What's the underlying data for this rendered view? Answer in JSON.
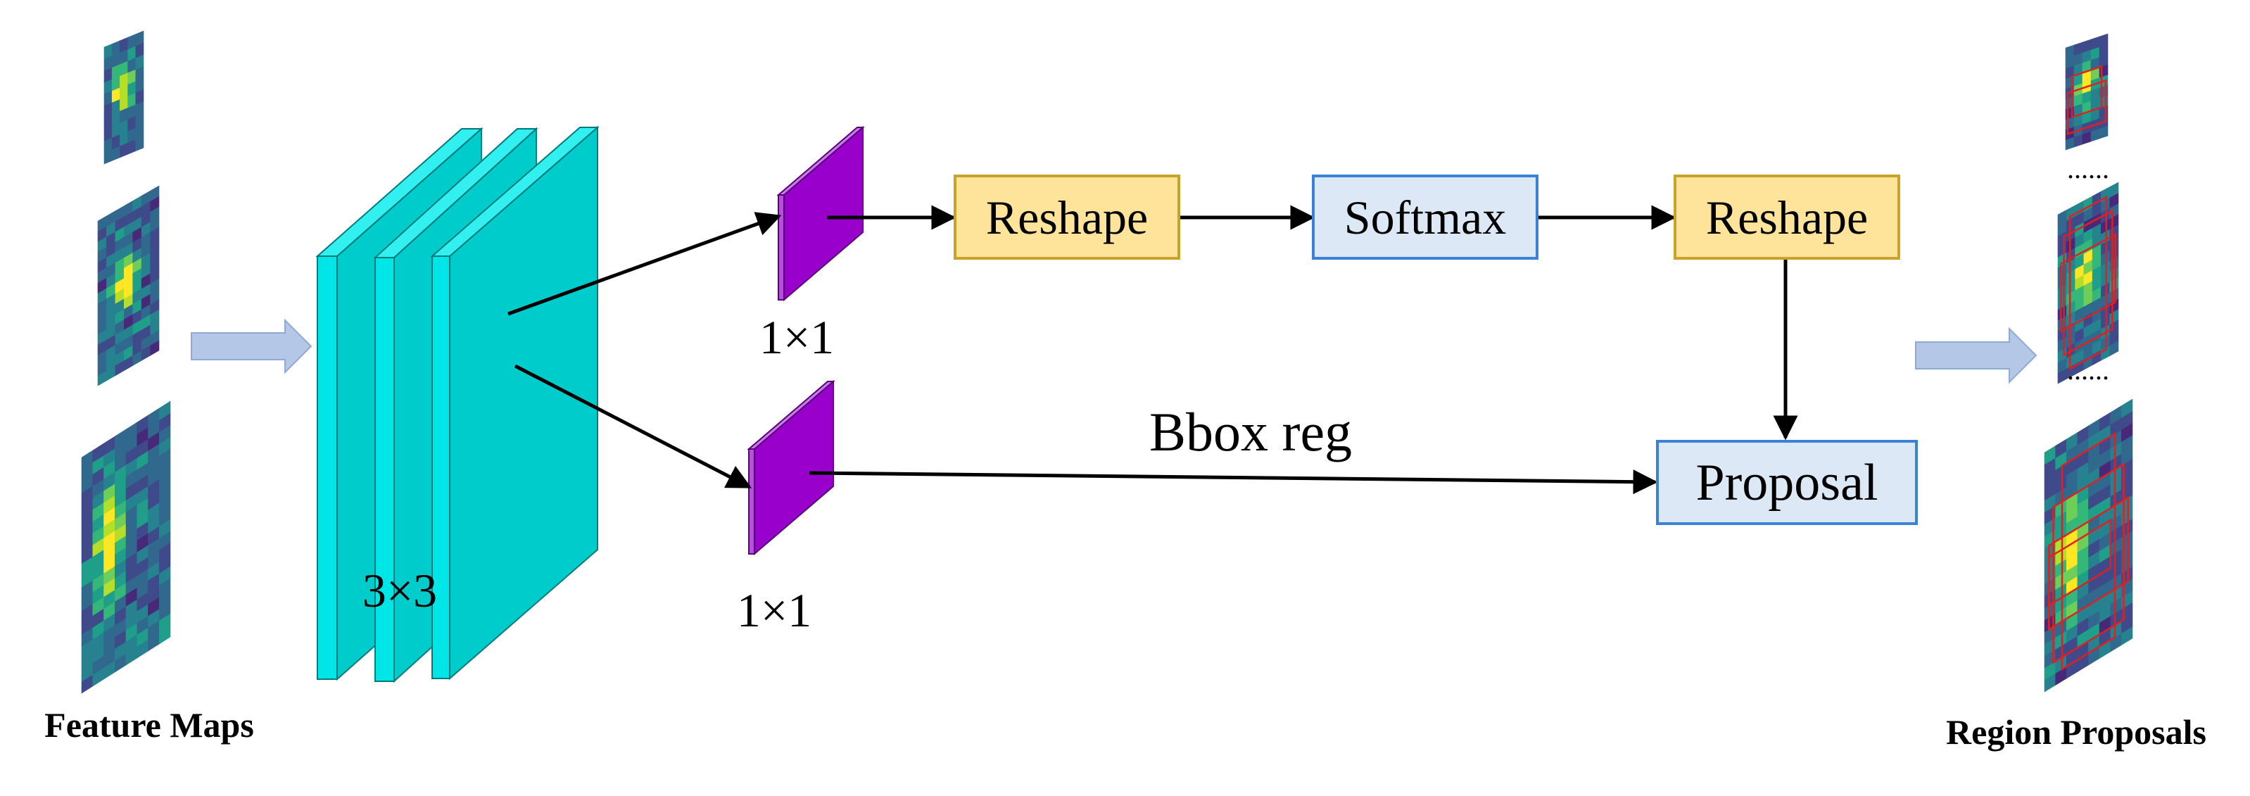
{
  "labels": {
    "feature_maps": "Feature Maps",
    "region_proposals": "Region Proposals",
    "conv3": "3×3",
    "conv1_top": "1×1",
    "conv1_bottom": "1×1",
    "bbox_reg": "Bbox reg"
  },
  "boxes": {
    "reshape1": "Reshape",
    "softmax": "Softmax",
    "reshape2": "Reshape",
    "proposal": "Proposal"
  },
  "colors": {
    "conv_front": "#00cccc",
    "conv_side": "#00e5e5",
    "conv_top": "#33f0f0",
    "kernel_front": "#9a00cc",
    "kernel_side": "#b84de0",
    "reshape_fill": "#fde49a",
    "reshape_stroke": "#c9a227",
    "softmax_fill": "#dce8f5",
    "blue_stroke": "#3b82d6",
    "fat_arrow": "#b4c7e7",
    "proposal_box": "#e02020"
  },
  "heatmap_colors": [
    "#440154",
    "#482878",
    "#3e4a89",
    "#31688e",
    "#26828e",
    "#1f9e89",
    "#35b779",
    "#6ece58",
    "#b5de2b",
    "#fde725"
  ]
}
